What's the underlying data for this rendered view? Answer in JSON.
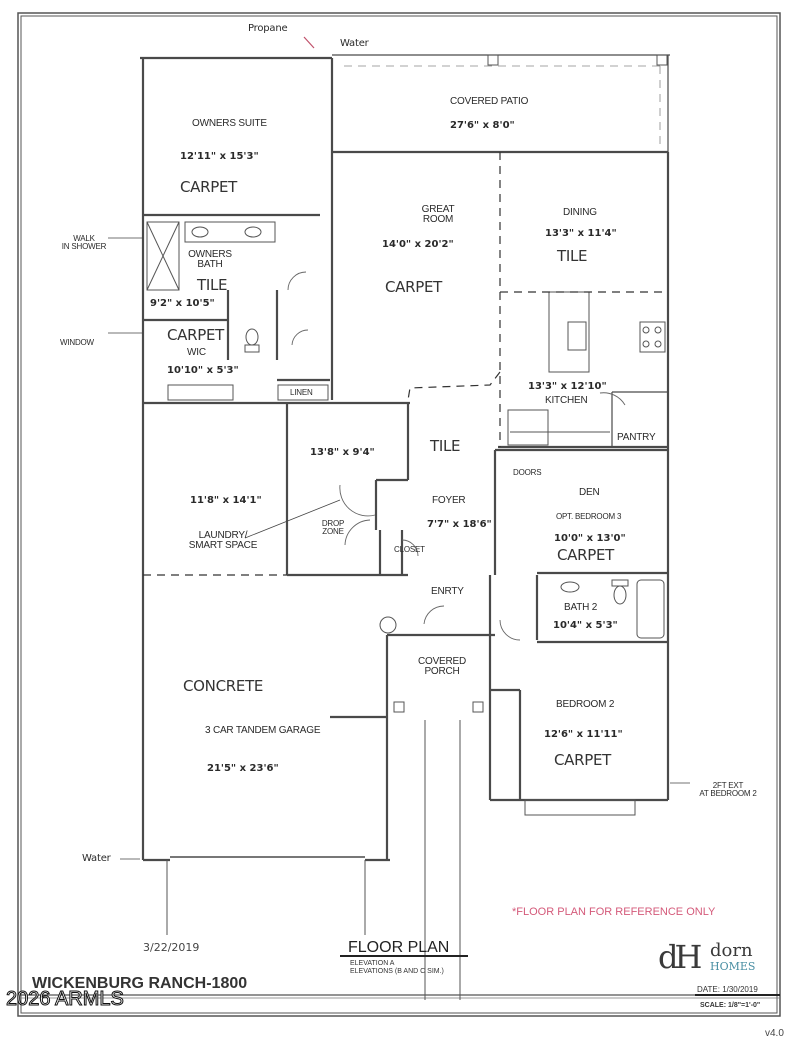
{
  "plan": {
    "title": "WICKENBURG RANCH-1800",
    "sheet_title": "FLOOR PLAN",
    "elevation_lines": [
      "ELEVATION A",
      "ELEVATIONS (B AND C SIM.)"
    ],
    "stamp_date": "3/22/2019",
    "disclaimer": "*FLOOR PLAN FOR REFERENCE ONLY",
    "date": "DATE: 1/30/2019",
    "scale": "SCALE: 1/8\"=1'-0\"",
    "version": "v4.0",
    "watermark": "2026 ARMLS"
  },
  "brand": {
    "mark": "dH",
    "name_top": "dorn",
    "name_bottom": "HOMES",
    "mark_color": "#3a3a3a",
    "accent_color": "#4a8fa3"
  },
  "colors": {
    "wall": "#4a4a4a",
    "disclaimer": "#d45a7a",
    "annotation_arrow": "#c0506a"
  },
  "callouts": {
    "propane": "Propane",
    "water_top": "Water",
    "water_bottom": "Water",
    "walk_in_shower": [
      "WALK",
      "IN SHOWER"
    ],
    "window": "WINDOW",
    "two_ft_ext": [
      "2FT EXT",
      "AT BEDROOM 2"
    ],
    "laundry": [
      "LAUNDRY/",
      "SMART SPACE"
    ]
  },
  "rooms": [
    {
      "id": "owners-suite",
      "name": "OWNERS SUITE",
      "dims": "12'11\" x 15'3\"",
      "floor": "CARPET"
    },
    {
      "id": "covered-patio",
      "name": "COVERED PATIO",
      "dims": "27'6\" x 8'0\"",
      "floor": ""
    },
    {
      "id": "great-room",
      "name": [
        "GREAT",
        "ROOM"
      ],
      "dims": "14'0\" x 20'2\"",
      "floor": "CARPET"
    },
    {
      "id": "dining",
      "name": "DINING",
      "dims": "13'3\" x 11'4\"",
      "floor": "TILE"
    },
    {
      "id": "owners-bath",
      "name": [
        "OWNERS",
        "BATH"
      ],
      "dims": "9'2\" x 10'5\"",
      "floor": "TILE"
    },
    {
      "id": "wic",
      "name": "WIC",
      "dims": "10'10\" x 5'3\"",
      "floor": "CARPET"
    },
    {
      "id": "linen",
      "name": "LINEN",
      "dims": "",
      "floor": ""
    },
    {
      "id": "kitchen",
      "name": "KITCHEN",
      "dims": "13'3\" x 12'10\"",
      "floor": ""
    },
    {
      "id": "pantry",
      "name": "PANTRY",
      "dims": "",
      "floor": ""
    },
    {
      "id": "smart-space",
      "name": "",
      "dims": "11'8\" x 14'1\"",
      "floor": ""
    },
    {
      "id": "laundry-room",
      "name": "",
      "dims": "13'8\" x 9'4\"",
      "floor": ""
    },
    {
      "id": "drop-zone",
      "name": [
        "DROP",
        "ZONE"
      ],
      "dims": "",
      "floor": ""
    },
    {
      "id": "foyer",
      "name": "FOYER",
      "dims": "7'7\" x 18'6\"",
      "floor": "TILE"
    },
    {
      "id": "closet",
      "name": "CLOSET",
      "dims": "",
      "floor": ""
    },
    {
      "id": "den",
      "name": "DEN",
      "subname": "OPT. BEDROOM 3",
      "doors": "DOORS",
      "dims": "10'0\" x 13'0\"",
      "floor": "CARPET"
    },
    {
      "id": "entry",
      "name": "ENRTY",
      "dims": "",
      "floor": ""
    },
    {
      "id": "bath-2",
      "name": "BATH 2",
      "dims": "10'4\" x 5'3\"",
      "floor": ""
    },
    {
      "id": "covered-porch",
      "name": [
        "COVERED",
        "PORCH"
      ],
      "dims": "",
      "floor": ""
    },
    {
      "id": "garage",
      "name": "3 CAR TANDEM GARAGE",
      "dims": "21'5\" x 23'6\"",
      "floor": "CONCRETE"
    },
    {
      "id": "bedroom-2",
      "name": "BEDROOM 2",
      "dims": "12'6\" x 11'11\"",
      "floor": "CARPET"
    }
  ]
}
